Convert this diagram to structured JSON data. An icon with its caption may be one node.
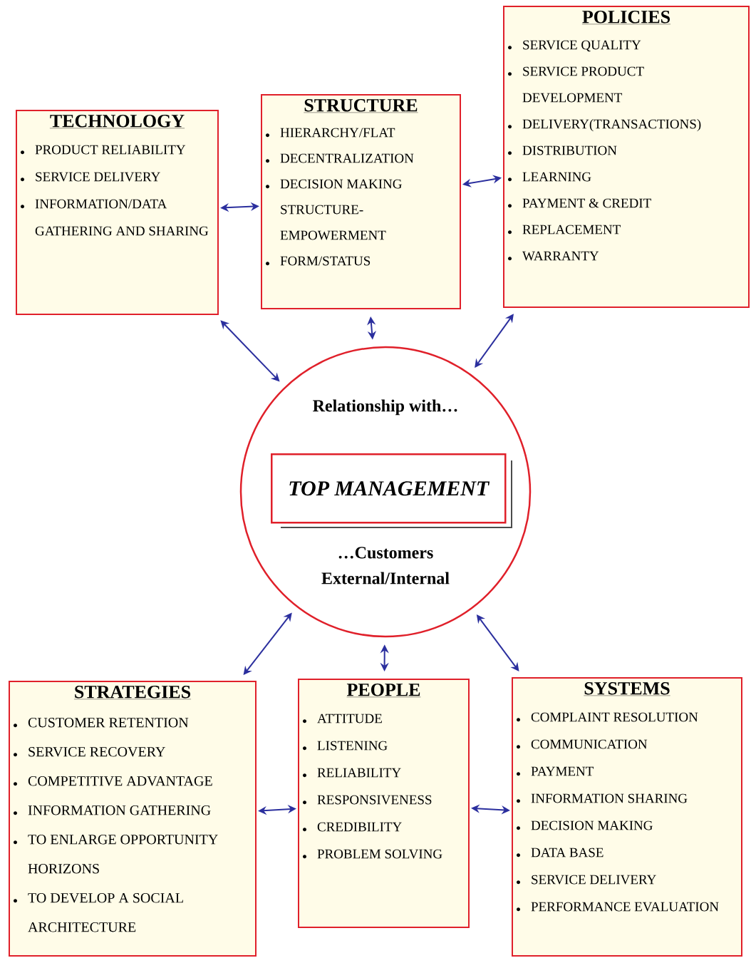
{
  "diagram": {
    "nodes": [
      {
        "text": [
          "TECHNOLOGY",
          "PRODUCT RELIABILITY",
          "SERVICE DELIVERY",
          "INFORMATION/DATA GATHERING AND SHARING"
        ]
      },
      {
        "text": [
          "STRUCTURE",
          "HIERARCHY/FLAT",
          "DECENTRALIZATION",
          "DECISION MAKING STRUCTURE- EMPOWERMENT",
          "FORM/STATUS"
        ]
      },
      {
        "text": [
          "POLICIES",
          "SERVICE QUALITY",
          "SERVICE PRODUCT DEVELOPMENT",
          "DELIVERY(TRANSACTIONS)",
          "DISTRIBUTION",
          "LEARNING",
          "PAYMENT & CREDIT",
          "REPLACEMENT",
          "WARRANTY"
        ]
      },
      {
        "text": [
          "Relationship with…",
          "…Customers External/Internal"
        ]
      },
      {
        "text": [
          "TOP MANAGEMENT"
        ],
        "in": 3
      },
      {
        "text": [
          "STRATEGIES",
          "CUSTOMER RETENTION",
          "SERVICE RECOVERY",
          "COMPETITIVE ADVANTAGE",
          "INFORMATION GATHERING",
          "TO ENLARGE OPPORTUNITY HORIZONS",
          "TO DEVELOP A SOCIAL ARCHITECTURE"
        ]
      },
      {
        "text": [
          "PEOPLE",
          "ATTITUDE",
          "LISTENING",
          "RELIABILITY",
          "RESPONSIVENESS",
          "CREDIBILITY",
          "PROBLEM SOLVING"
        ]
      },
      {
        "text": [
          "SYSTEMS",
          "COMPLAINT RESOLUTION",
          "COMMUNICATION",
          "PAYMENT",
          "INFORMATION SHARING",
          "DECISION MAKING",
          "DATA BASE",
          "SERVICE DELIVERY",
          "PERFORMANCE EVALUATION"
        ]
      }
    ],
    "edges": [
      {
        "from": 0,
        "to": 1,
        "arrow": "both"
      },
      {
        "from": 1,
        "to": 2,
        "arrow": "both"
      },
      {
        "from": 0,
        "to": 3,
        "arrow": "both"
      },
      {
        "from": 1,
        "to": 3,
        "arrow": "both"
      },
      {
        "from": 2,
        "to": 3,
        "arrow": "both"
      },
      {
        "from": 5,
        "to": 3,
        "arrow": "both"
      },
      {
        "from": 6,
        "to": 3,
        "arrow": "both"
      },
      {
        "from": 7,
        "to": 3,
        "arrow": "both"
      },
      {
        "from": 5,
        "to": 6,
        "arrow": "both"
      },
      {
        "from": 6,
        "to": 7,
        "arrow": "both"
      }
    ]
  }
}
